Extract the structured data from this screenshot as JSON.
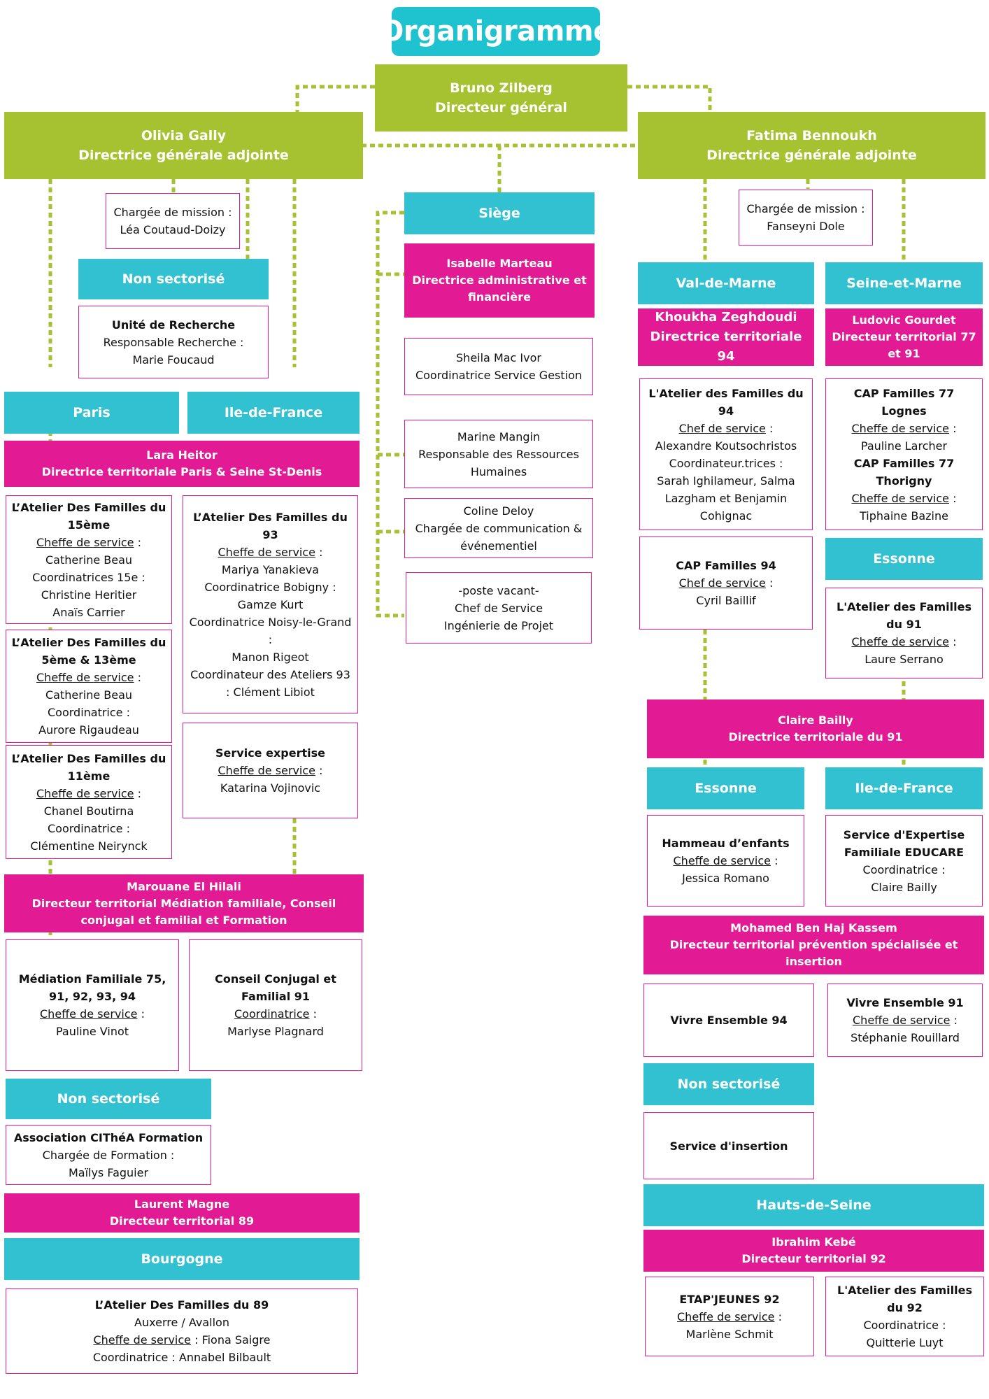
{
  "title": "Organigramme",
  "colors": {
    "green": "#a6c231",
    "teal": "#32c1d0",
    "magenta": "#e21a94",
    "connector": "#a6c231"
  },
  "dg": {
    "name": "Bruno Zilberg",
    "role": "Directeur général"
  },
  "left_dga": {
    "name": "Olivia Gally",
    "role": "Directrice générale adjointe"
  },
  "right_dga": {
    "name": "Fatima Bennoukh",
    "role": "Directrice générale adjointe"
  },
  "left": {
    "mission": {
      "label": "Chargée de mission :",
      "name": "Léa Coutaud-Doizy"
    },
    "non_sect": "Non sectorisé",
    "recherche": {
      "title": "Unité de Recherche",
      "role": "Responsable Recherche :",
      "name": "Marie Foucaud"
    },
    "paris": "Paris",
    "idf": "Ile-de-France",
    "lara": {
      "name": "Lara Heitor",
      "role": "Directrice territoriale Paris & Seine St-Denis"
    },
    "atelier15": {
      "title": "L’Atelier Des Familles du 15ème",
      "cs_label": "Cheffe de service",
      "cs_suffix": " :",
      "cs_name": "Catherine Beau",
      "coord_label": "Coordinatrices 15e :",
      "coord1": "Christine Heritier",
      "coord2": "Anaïs Carrier"
    },
    "atelier5": {
      "title": "L’Atelier Des Familles du 5ème & 13ème",
      "cs_label": "Cheffe de service",
      "cs_suffix": " :",
      "cs_name": "Catherine Beau",
      "coord_label": "Coordinatrice :",
      "coord1": "Aurore Rigaudeau"
    },
    "atelier11": {
      "title": "L’Atelier Des Familles du 11ème",
      "cs_label": "Cheffe de service",
      "cs_suffix": " :",
      "cs_name": "Chanel Boutirna",
      "coord_label": "Coordinatrice :",
      "coord1": "Clémentine Neirynck"
    },
    "atelier93": {
      "title": "L’Atelier Des Familles du 93",
      "cs_label": "Cheffe de service",
      "cs_suffix": " :",
      "cs_name": "Mariya Yanakieva",
      "line1": "Coordinatrice Bobigny :",
      "line2": "Gamze Kurt",
      "line3": "Coordinatrice Noisy-le-Grand :",
      "line4": "Manon Rigeot",
      "line5": "Coordinateur des Ateliers 93 : Clément Libiot"
    },
    "expertise": {
      "title": "Service expertise",
      "cs_label": "Cheffe de service",
      "cs_suffix": " :",
      "cs_name": "Katarina Vojinovic"
    },
    "marouane": {
      "name": "Marouane El Hilali",
      "role": "Directeur territorial Médiation familiale, Conseil conjugal et familial et Formation"
    },
    "mediation": {
      "title": "Médiation Familiale 75, 91, 92, 93, 94",
      "cs_label": "Cheffe de service",
      "cs_suffix": " :",
      "cs_name": "Pauline Vinot"
    },
    "conseil": {
      "title": "Conseil Conjugal et Familial 91",
      "cs_label": "Coordinatrice",
      "cs_suffix": " :",
      "cs_name": "Marlyse Plagnard"
    },
    "non_sect2": "Non sectorisé",
    "cithea": {
      "title": "Association CIThéA Formation",
      "role": "Chargée de Formation :",
      "name": "Maïlys Faguier"
    },
    "laurent": {
      "name": "Laurent Magne",
      "role": "Directeur territorial 89"
    },
    "bourgogne": "Bourgogne",
    "atelier89": {
      "title": "L’Atelier Des Familles du 89",
      "line1": "Auxerre / Avallon",
      "cs_label": "Cheffe de service",
      "cs_suffix": " : Fiona Saigre",
      "coord": "Coordinatrice : Annabel Bilbault"
    }
  },
  "center": {
    "siege": "Siège",
    "isabelle": {
      "name": "Isabelle Marteau",
      "role": "Directrice administrative et financière"
    },
    "sheila": {
      "name": "Sheila Mac Ivor",
      "role": "Coordinatrice Service Gestion"
    },
    "marine": {
      "name": "Marine Mangin",
      "role": "Responsable des Ressources Humaines"
    },
    "coline": {
      "name": "Coline Deloy",
      "role": "Chargée de communication & événementiel"
    },
    "vacant": {
      "name": "-poste vacant-",
      "role1": "Chef de Service",
      "role2": "Ingénierie de Projet"
    }
  },
  "right": {
    "mission": {
      "label": "Chargée de mission :",
      "name": "Fanseyni Dole"
    },
    "vdm": "Val-de-Marne",
    "sem": "Seine-et-Marne",
    "khoukha": {
      "name": "Khoukha Zeghdoudi",
      "role": "Directrice territoriale 94"
    },
    "ludovic": {
      "name": "Ludovic Gourdet",
      "role": "Directeur territorial 77 et 91"
    },
    "atelier94": {
      "title": "L'Atelier des Familles du 94",
      "cs_label": "Chef de service",
      "cs_suffix": " :",
      "cs_name": "Alexandre Koutsochristos",
      "coord_label": "Coordinateur.trices :",
      "coord_names": "Sarah Ighilameur, Salma Lazgham et Benjamin Cohignac"
    },
    "cap77": {
      "title1": "CAP Familles 77 Lognes",
      "cs1_label": "Cheffe de service",
      "cs1_suffix": " :",
      "cs1_name": "Pauline Larcher",
      "title2": "CAP Familles 77 Thorigny",
      "cs2_label": "Cheffe de service",
      "cs2_suffix": " :",
      "cs2_name": "Tiphaine Bazine"
    },
    "cap94": {
      "title": "CAP Familles 94",
      "cs_label": "Chef de service",
      "cs_suffix": " :",
      "cs_name": "Cyril Baillif"
    },
    "essonne1": "Essonne",
    "atelier91": {
      "title": "L'Atelier des Familles du 91",
      "cs_label": "Cheffe de service",
      "cs_suffix": " :",
      "cs_name": "Laure Serrano"
    },
    "claire": {
      "name": "Claire Bailly",
      "role": "Directrice territoriale du 91"
    },
    "essonne2": "Essonne",
    "idf": "Ile-de-France",
    "hameau": {
      "title": "Hammeau d’enfants",
      "cs_label": "Cheffe de service",
      "cs_suffix": " :",
      "cs_name": "Jessica Romano"
    },
    "educare": {
      "title": "Service d'Expertise Familiale EDUCARE",
      "coord_label": "Coordinatrice :",
      "name": "Claire Bailly"
    },
    "mohamed": {
      "name": "Mohamed Ben Haj Kassem",
      "role": "Directeur territorial prévention spécialisée et insertion"
    },
    "vivre94": {
      "title": "Vivre Ensemble 94"
    },
    "vivre91": {
      "title": "Vivre Ensemble 91",
      "cs_label": "Cheffe de service",
      "cs_suffix": " :",
      "cs_name": "Stéphanie Rouillard"
    },
    "non_sect": "Non sectorisé",
    "insertion": {
      "title": "Service d'insertion"
    },
    "hauts": "Hauts-de-Seine",
    "ibrahim": {
      "name": "Ibrahim Kebé",
      "role": "Directeur territorial 92"
    },
    "etap": {
      "title": "ETAP'JEUNES 92",
      "cs_label": "Cheffe de service",
      "cs_suffix": " :",
      "cs_name": "Marlène Schmit"
    },
    "atelier92": {
      "title": "L'Atelier des Familles du 92",
      "coord_label": "Coordinatrice :",
      "name": "Quitterie Luyt"
    }
  }
}
